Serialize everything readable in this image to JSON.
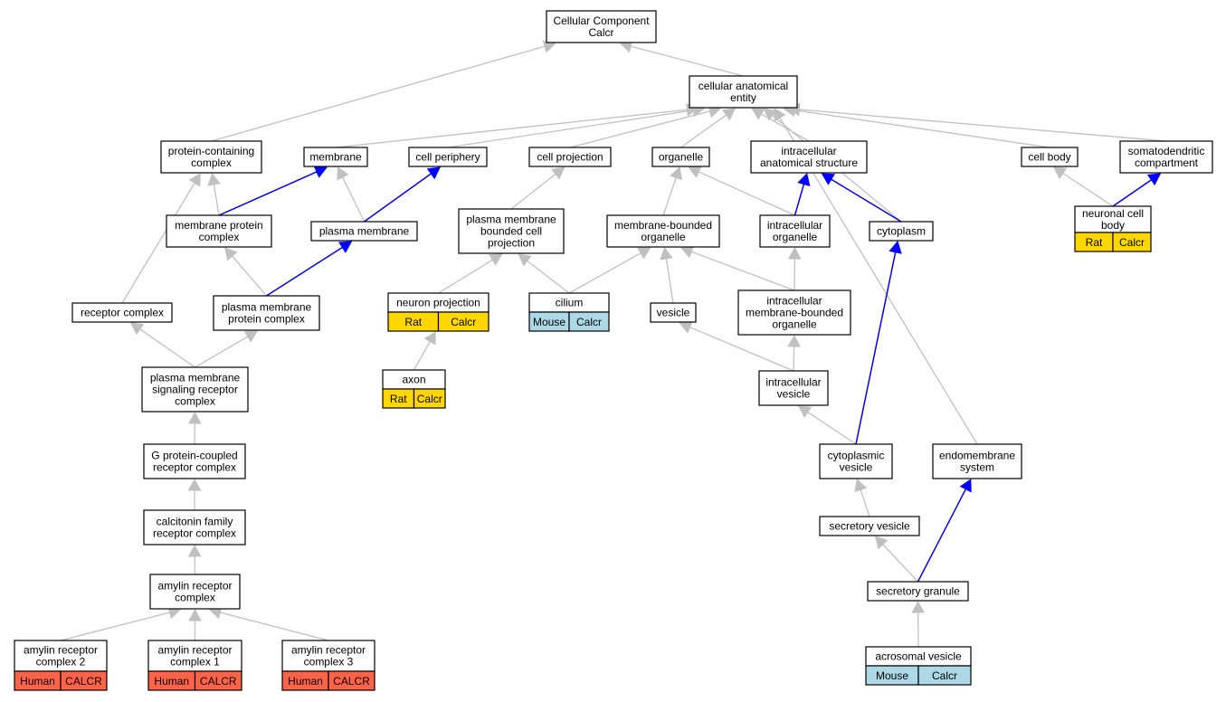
{
  "colors": {
    "edge_default": "#c0c0c0",
    "edge_highlight": "#0000ff",
    "rat": "#ffd700",
    "mouse": "#add8e6",
    "human": "#ff6347"
  },
  "nodes": {
    "root": [
      "Cellular Component",
      "Calcr"
    ],
    "cae": [
      "cellular anatomical",
      "entity"
    ],
    "pcc": [
      "protein-containing",
      "complex"
    ],
    "membrane": [
      "membrane"
    ],
    "cellperiph": [
      "cell periphery"
    ],
    "cellproj": [
      "cell projection"
    ],
    "organelle": [
      "organelle"
    ],
    "ias": [
      "intracellular",
      "anatomical structure"
    ],
    "cellbody": [
      "cell body"
    ],
    "somato": [
      "somatodendritic",
      "compartment"
    ],
    "mpc": [
      "membrane protein",
      "complex"
    ],
    "pm": [
      "plasma membrane"
    ],
    "pmbcp": [
      "plasma membrane",
      "bounded cell",
      "projection"
    ],
    "mbo": [
      "membrane-bounded",
      "organelle"
    ],
    "io": [
      "intracellular",
      "organelle"
    ],
    "cytoplasm": [
      "cytoplasm"
    ],
    "ncb": [
      "neuronal cell",
      "body"
    ],
    "rc": [
      "receptor complex"
    ],
    "pmpc": [
      "plasma membrane",
      "protein complex"
    ],
    "np": [
      "neuron projection"
    ],
    "cilium": [
      "cilium"
    ],
    "vesicle": [
      "vesicle"
    ],
    "imbo": [
      "intracellular",
      "membrane-bounded",
      "organelle"
    ],
    "axon": [
      "axon"
    ],
    "pmsrc": [
      "plasma membrane",
      "signaling receptor",
      "complex"
    ],
    "iv": [
      "intracellular",
      "vesicle"
    ],
    "gpcr": [
      "G protein-coupled",
      "receptor complex"
    ],
    "cv": [
      "cytoplasmic",
      "vesicle"
    ],
    "es": [
      "endomembrane",
      "system"
    ],
    "cfrc": [
      "calcitonin family",
      "receptor complex"
    ],
    "sv": [
      "secretory vesicle"
    ],
    "arc": [
      "amylin receptor",
      "complex"
    ],
    "sg": [
      "secretory granule"
    ],
    "arc2": [
      "amylin receptor",
      "complex 2"
    ],
    "arc1": [
      "amylin receptor",
      "complex 1"
    ],
    "arc3": [
      "amylin receptor",
      "complex 3"
    ],
    "av": [
      "acrosomal vesicle"
    ]
  },
  "annotations": {
    "ncb": [
      {
        "species": "Rat",
        "gene": "Calcr"
      }
    ],
    "np": [
      {
        "species": "Rat",
        "gene": "Calcr"
      }
    ],
    "cilium": [
      {
        "species": "Mouse",
        "gene": "Calcr"
      }
    ],
    "axon": [
      {
        "species": "Rat",
        "gene": "Calcr"
      }
    ],
    "arc2": [
      {
        "species": "Human",
        "gene": "CALCR"
      }
    ],
    "arc1": [
      {
        "species": "Human",
        "gene": "CALCR"
      }
    ],
    "arc3": [
      {
        "species": "Human",
        "gene": "CALCR"
      }
    ],
    "av": [
      {
        "species": "Mouse",
        "gene": "Calcr"
      }
    ]
  },
  "edges": [
    {
      "from": "cae",
      "to": "root",
      "highlight": false
    },
    {
      "from": "pcc",
      "to": "root",
      "highlight": false
    },
    {
      "from": "membrane",
      "to": "cae",
      "highlight": false
    },
    {
      "from": "cellperiph",
      "to": "cae",
      "highlight": false
    },
    {
      "from": "cellproj",
      "to": "cae",
      "highlight": false
    },
    {
      "from": "organelle",
      "to": "cae",
      "highlight": false
    },
    {
      "from": "ias",
      "to": "cae",
      "highlight": false
    },
    {
      "from": "cellbody",
      "to": "cae",
      "highlight": false
    },
    {
      "from": "somato",
      "to": "cae",
      "highlight": false
    },
    {
      "from": "cytoplasm",
      "to": "cae",
      "highlight": false
    },
    {
      "from": "es",
      "to": "cae",
      "highlight": false
    },
    {
      "from": "mpc",
      "to": "pcc",
      "highlight": false
    },
    {
      "from": "mpc",
      "to": "membrane",
      "highlight": true
    },
    {
      "from": "pm",
      "to": "membrane",
      "highlight": false
    },
    {
      "from": "pm",
      "to": "cellperiph",
      "highlight": true
    },
    {
      "from": "pmbcp",
      "to": "cellproj",
      "highlight": false
    },
    {
      "from": "mbo",
      "to": "organelle",
      "highlight": false
    },
    {
      "from": "io",
      "to": "organelle",
      "highlight": false
    },
    {
      "from": "io",
      "to": "ias",
      "highlight": true
    },
    {
      "from": "cytoplasm",
      "to": "ias",
      "highlight": true
    },
    {
      "from": "ncb",
      "to": "cellbody",
      "highlight": false
    },
    {
      "from": "ncb",
      "to": "somato",
      "highlight": true
    },
    {
      "from": "rc",
      "to": "pcc",
      "highlight": false
    },
    {
      "from": "pmpc",
      "to": "mpc",
      "highlight": false
    },
    {
      "from": "pmpc",
      "to": "pm",
      "highlight": true
    },
    {
      "from": "np",
      "to": "pmbcp",
      "highlight": false
    },
    {
      "from": "cilium",
      "to": "pmbcp",
      "highlight": false
    },
    {
      "from": "cilium",
      "to": "mbo",
      "highlight": false
    },
    {
      "from": "vesicle",
      "to": "mbo",
      "highlight": false
    },
    {
      "from": "imbo",
      "to": "mbo",
      "highlight": false
    },
    {
      "from": "imbo",
      "to": "io",
      "highlight": false
    },
    {
      "from": "axon",
      "to": "np",
      "highlight": false
    },
    {
      "from": "pmsrc",
      "to": "rc",
      "highlight": false
    },
    {
      "from": "pmsrc",
      "to": "pmpc",
      "highlight": false
    },
    {
      "from": "iv",
      "to": "vesicle",
      "highlight": false
    },
    {
      "from": "iv",
      "to": "imbo",
      "highlight": false
    },
    {
      "from": "gpcr",
      "to": "pmsrc",
      "highlight": false
    },
    {
      "from": "cv",
      "to": "iv",
      "highlight": false
    },
    {
      "from": "cv",
      "to": "cytoplasm",
      "highlight": true
    },
    {
      "from": "cfrc",
      "to": "gpcr",
      "highlight": false
    },
    {
      "from": "sv",
      "to": "cv",
      "highlight": false
    },
    {
      "from": "arc",
      "to": "cfrc",
      "highlight": false
    },
    {
      "from": "sg",
      "to": "sv",
      "highlight": false
    },
    {
      "from": "sg",
      "to": "es",
      "highlight": true
    },
    {
      "from": "arc2",
      "to": "arc",
      "highlight": false
    },
    {
      "from": "arc1",
      "to": "arc",
      "highlight": false
    },
    {
      "from": "arc3",
      "to": "arc",
      "highlight": false
    },
    {
      "from": "av",
      "to": "sg",
      "highlight": false
    }
  ]
}
